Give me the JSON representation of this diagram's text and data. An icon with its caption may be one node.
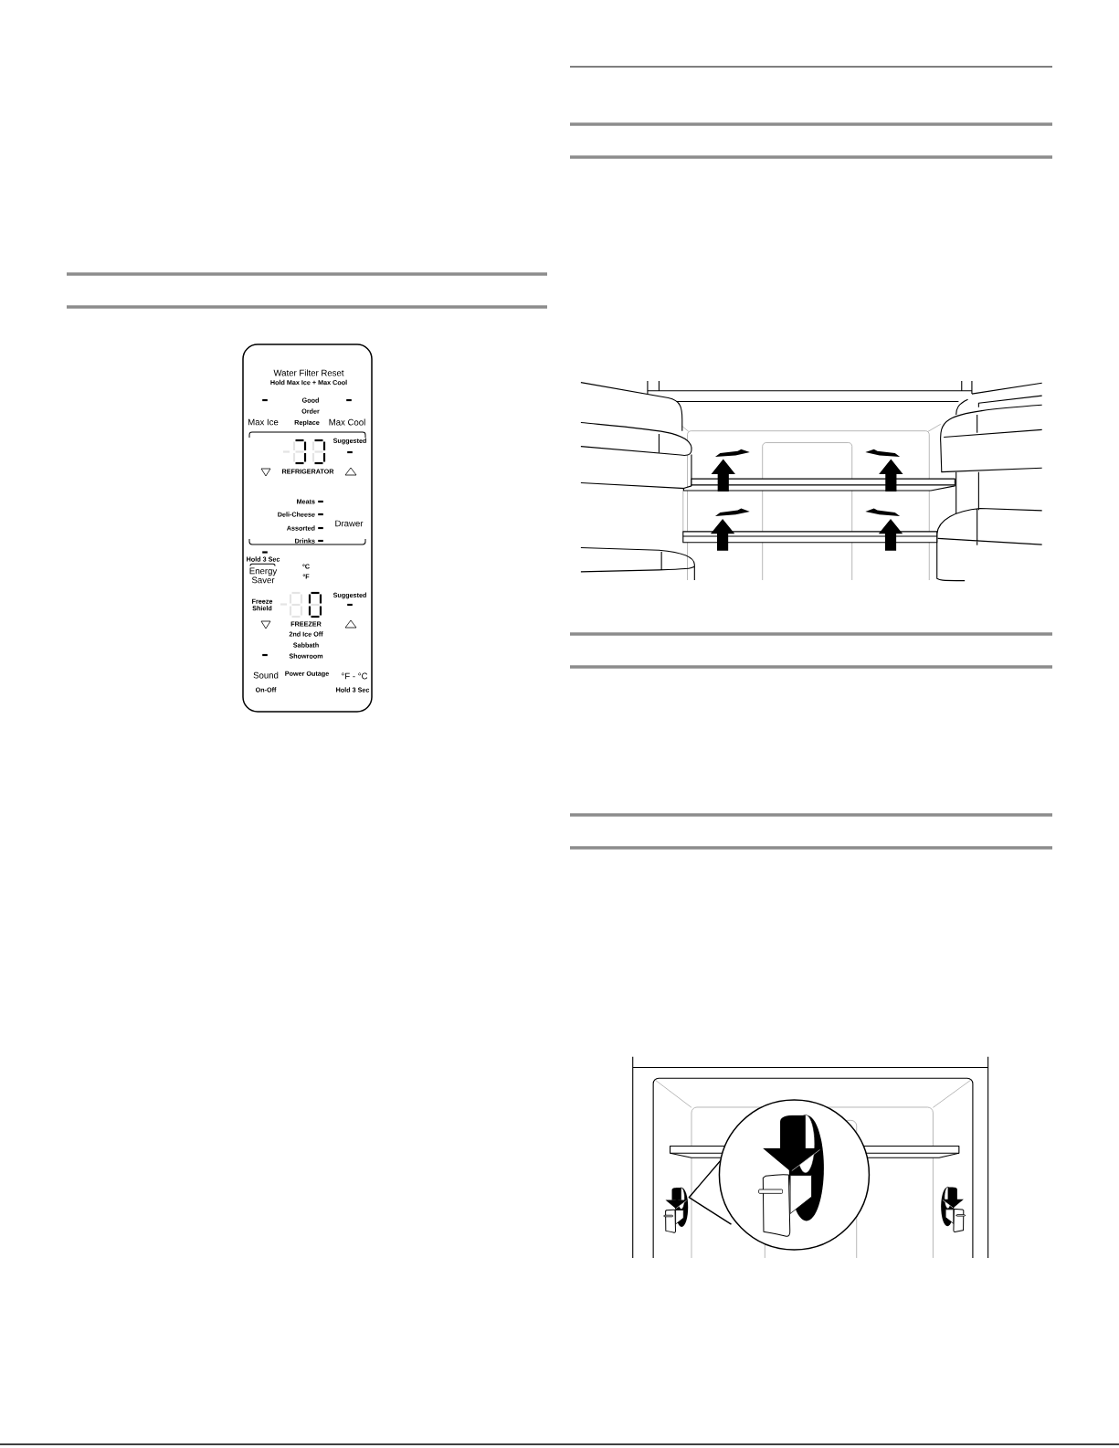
{
  "diagram": {
    "nodes": [
      {
        "text": [
          "Water Filter Reset",
          "Hold Max Ice + Max Cool",
          "Good",
          "Order",
          "Max Ice",
          "Replace",
          "Max Cool",
          "Suggested",
          "REFRIGERATOR",
          "Meats",
          "Deli-Cheese",
          "Assorted",
          "Drawer",
          "Drinks",
          "Hold 3 Sec",
          "Energy Saver",
          "°C",
          "°F",
          "Freeze Shield",
          "Suggested",
          "FREEZER",
          "2nd Ice Off",
          "Sabbath",
          "Showroom",
          "Sound",
          "Power Outage",
          "°F - °C",
          "On-Off",
          "Hold 3 Sec"
        ]
      }
    ]
  }
}
